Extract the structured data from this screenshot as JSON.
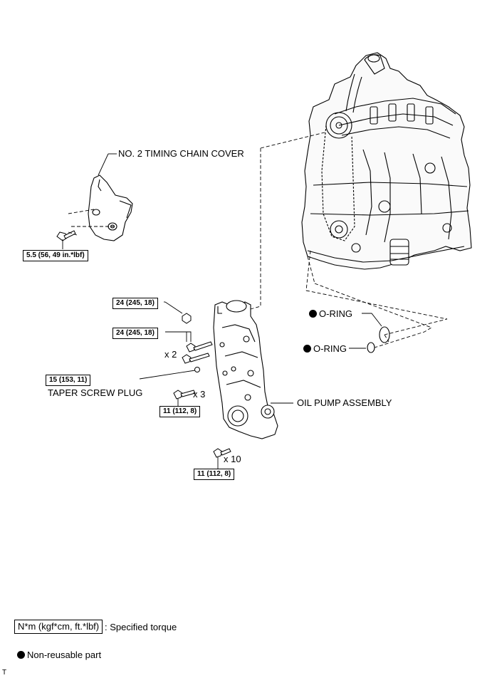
{
  "labels": {
    "timing_chain_cover": "NO. 2 TIMING CHAIN COVER",
    "o_ring_1": "O-RING",
    "o_ring_2": "O-RING",
    "taper_screw_plug": "TAPER SCREW PLUG",
    "oil_pump_assembly": "OIL PUMP ASSEMBLY"
  },
  "torques": {
    "cover_bolt": "5.5 (56, 49 in.*lbf)",
    "nut_top": "24 (245, 18)",
    "stud_pair": "24 (245, 18)",
    "taper_plug": "15 (153, 11)",
    "bolt_x3": "11 (112, 8)",
    "bolt_x10": "11 (112, 8)"
  },
  "quantities": {
    "x2": "x 2",
    "x3": "x 3",
    "x10": "x 10"
  },
  "legend": {
    "torque_key": "N*m (kgf*cm, ft.*lbf)",
    "torque_desc": ": Specified torque",
    "nonreusable": "Non-reusable part"
  },
  "footer_mark": "T"
}
